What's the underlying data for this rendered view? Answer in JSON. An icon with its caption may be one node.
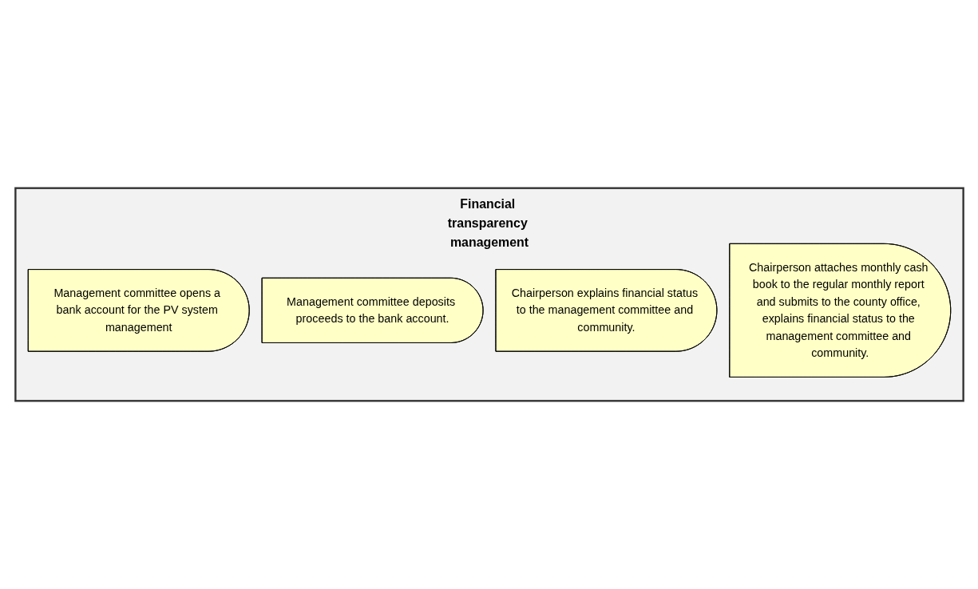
{
  "diagram": {
    "nodes": [
      {
        "text": [
          "Financial transparency management"
        ]
      },
      {
        "text": [
          "Management committee opens a bank account for the PV system management"
        ],
        "in": 0
      },
      {
        "text": [
          "Management committee deposits proceeds to the bank account."
        ],
        "in": 0
      },
      {
        "text": [
          "Chairperson explains financial status to the management committee and community."
        ],
        "in": 0
      },
      {
        "text": [
          "Chairperson attaches monthly cash book to the regular monthly report and submits to the county office, explains financial status to the management committee and community."
        ],
        "in": 0
      }
    ],
    "edges": []
  }
}
